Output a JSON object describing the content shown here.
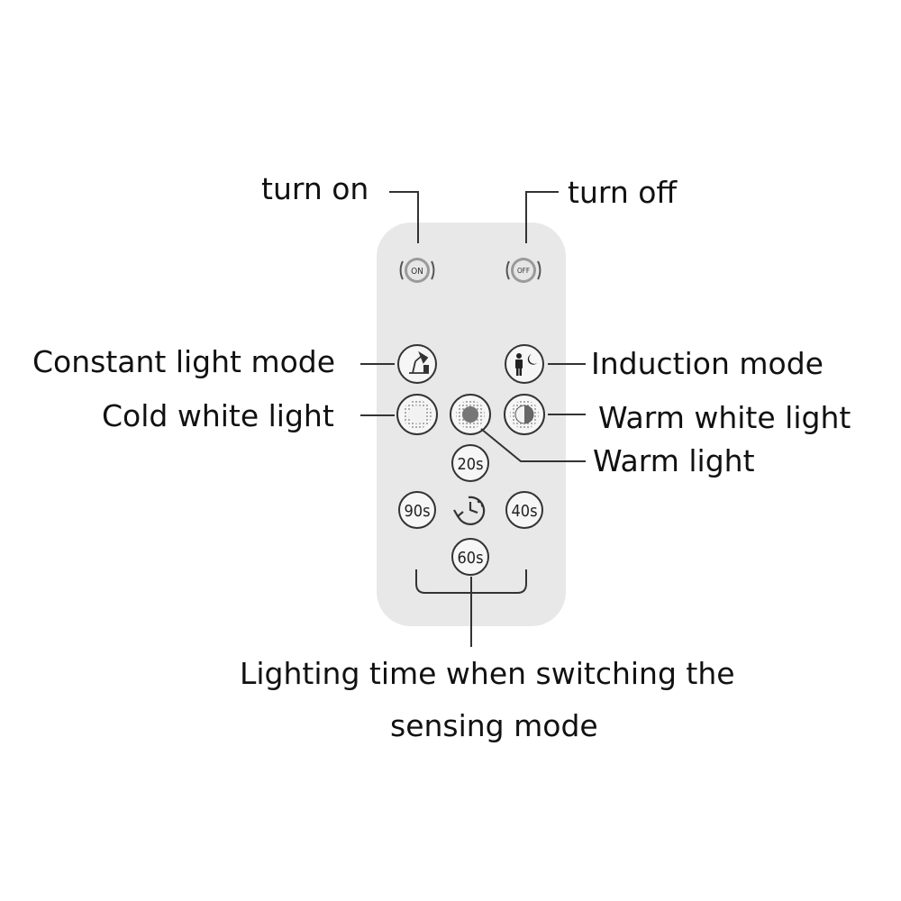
{
  "labels": {
    "turn_on": "turn on",
    "turn_off": "turn off",
    "constant_light_mode": "Constant light mode",
    "induction_mode": "Induction mode",
    "cold_white_light": "Cold white light",
    "warm_white_light": "Warm white light",
    "warm_light": "Warm light",
    "lighting_time_line1": "Lighting time when switching the",
    "lighting_time_line2": "sensing mode"
  },
  "buttons": {
    "on": "ON",
    "off": "OFF",
    "t20": "20s",
    "t40": "40s",
    "t60": "60s",
    "t90": "90s"
  },
  "colors": {
    "remote_body": "#e8e8e8",
    "button_fill": "#f6f6f6",
    "power_button": "#9a9a9a",
    "line": "#333333"
  },
  "icons": {
    "constant": "desk-lamp-icon",
    "induction": "person-moon-icon",
    "cold": "cold-light-icon",
    "warm": "warm-light-icon",
    "warm_white": "half-circle-icon",
    "timer": "clock-icon"
  }
}
